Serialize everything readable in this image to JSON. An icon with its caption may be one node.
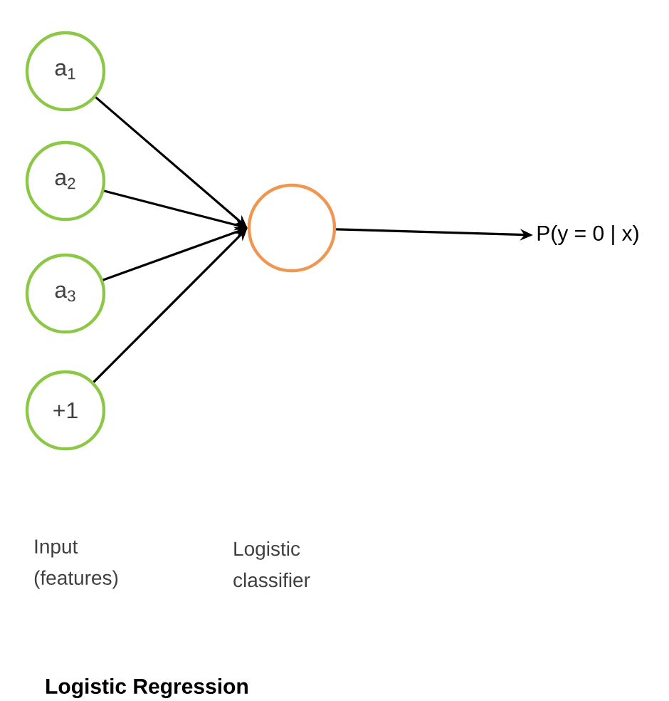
{
  "diagram": {
    "title": "Logistic Regression",
    "nodes": [
      {
        "text": [
          "a$_{1}$"
        ]
      },
      {
        "text": [
          "a$_{2}$"
        ]
      },
      {
        "text": [
          "a$_{3}$"
        ]
      },
      {
        "text": [
          "+1"
        ]
      },
      {
        "text": [],
        "shape": "circle"
      },
      {
        "text": [
          "P(y = 0 | x)"
        ]
      }
    ],
    "edges": [
      {
        "from": 0,
        "to": 4,
        "arrow": "to"
      },
      {
        "from": 1,
        "to": 4,
        "arrow": "to"
      },
      {
        "from": 2,
        "to": 4,
        "arrow": "to"
      },
      {
        "from": 3,
        "to": 4,
        "arrow": "to"
      },
      {
        "from": 4,
        "to": 5,
        "arrow": "to"
      }
    ],
    "labels": [
      "Input (features)",
      "Logistic classifier"
    ]
  }
}
